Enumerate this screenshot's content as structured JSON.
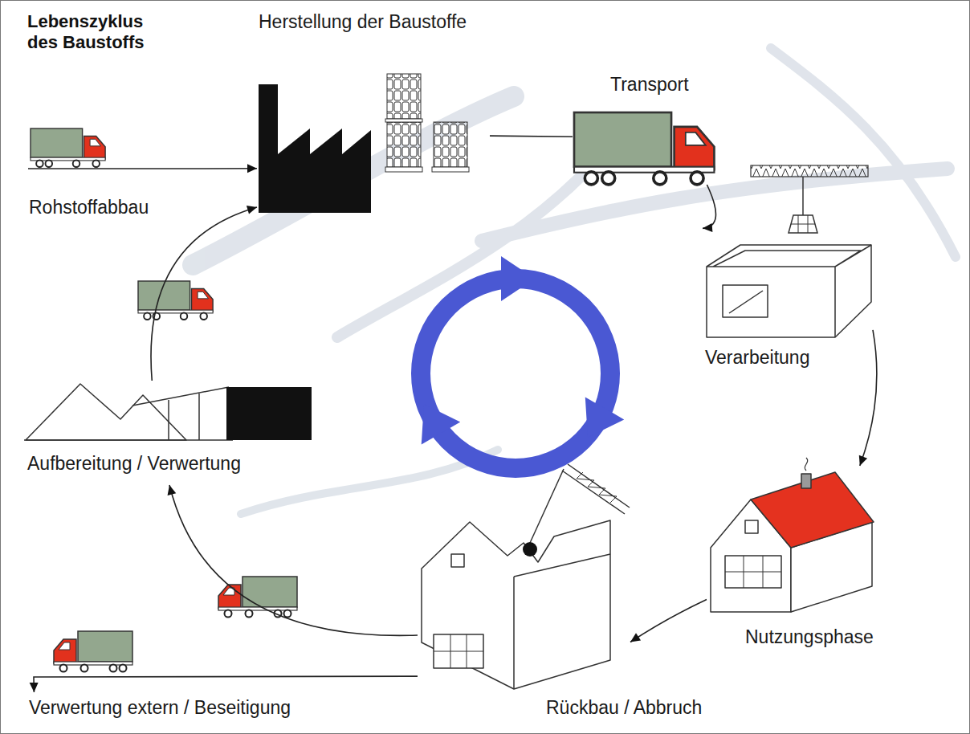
{
  "diagram": {
    "title": "Lebenszyklus des Baustoffs",
    "nodes": [
      {
        "text": [
          "Herstellung der Baustoffe"
        ]
      },
      {
        "text": [
          "Transport"
        ]
      },
      {
        "text": [
          "Verarbeitung"
        ]
      },
      {
        "text": [
          "Nutzungsphase"
        ]
      },
      {
        "text": [
          "Rückbau / Abbruch"
        ]
      },
      {
        "text": [
          "Aufbereitung / Verwertung"
        ]
      },
      {
        "text": [
          "Rohstoffabbau"
        ]
      },
      {
        "text": [
          "Verwertung extern / Beseitigung"
        ]
      }
    ],
    "edges": [
      {
        "from": 6,
        "to": 0,
        "arrow": "to"
      },
      {
        "from": 0,
        "to": 1,
        "arrow": "none"
      },
      {
        "from": 1,
        "to": 2,
        "arrow": "to"
      },
      {
        "from": 2,
        "to": 3,
        "arrow": "to"
      },
      {
        "from": 3,
        "to": 4,
        "arrow": "to"
      },
      {
        "from": 4,
        "to": 5,
        "arrow": "to"
      },
      {
        "from": 5,
        "to": 0,
        "arrow": "to"
      },
      {
        "from": 4,
        "to": 7,
        "arrow": "to"
      }
    ]
  }
}
